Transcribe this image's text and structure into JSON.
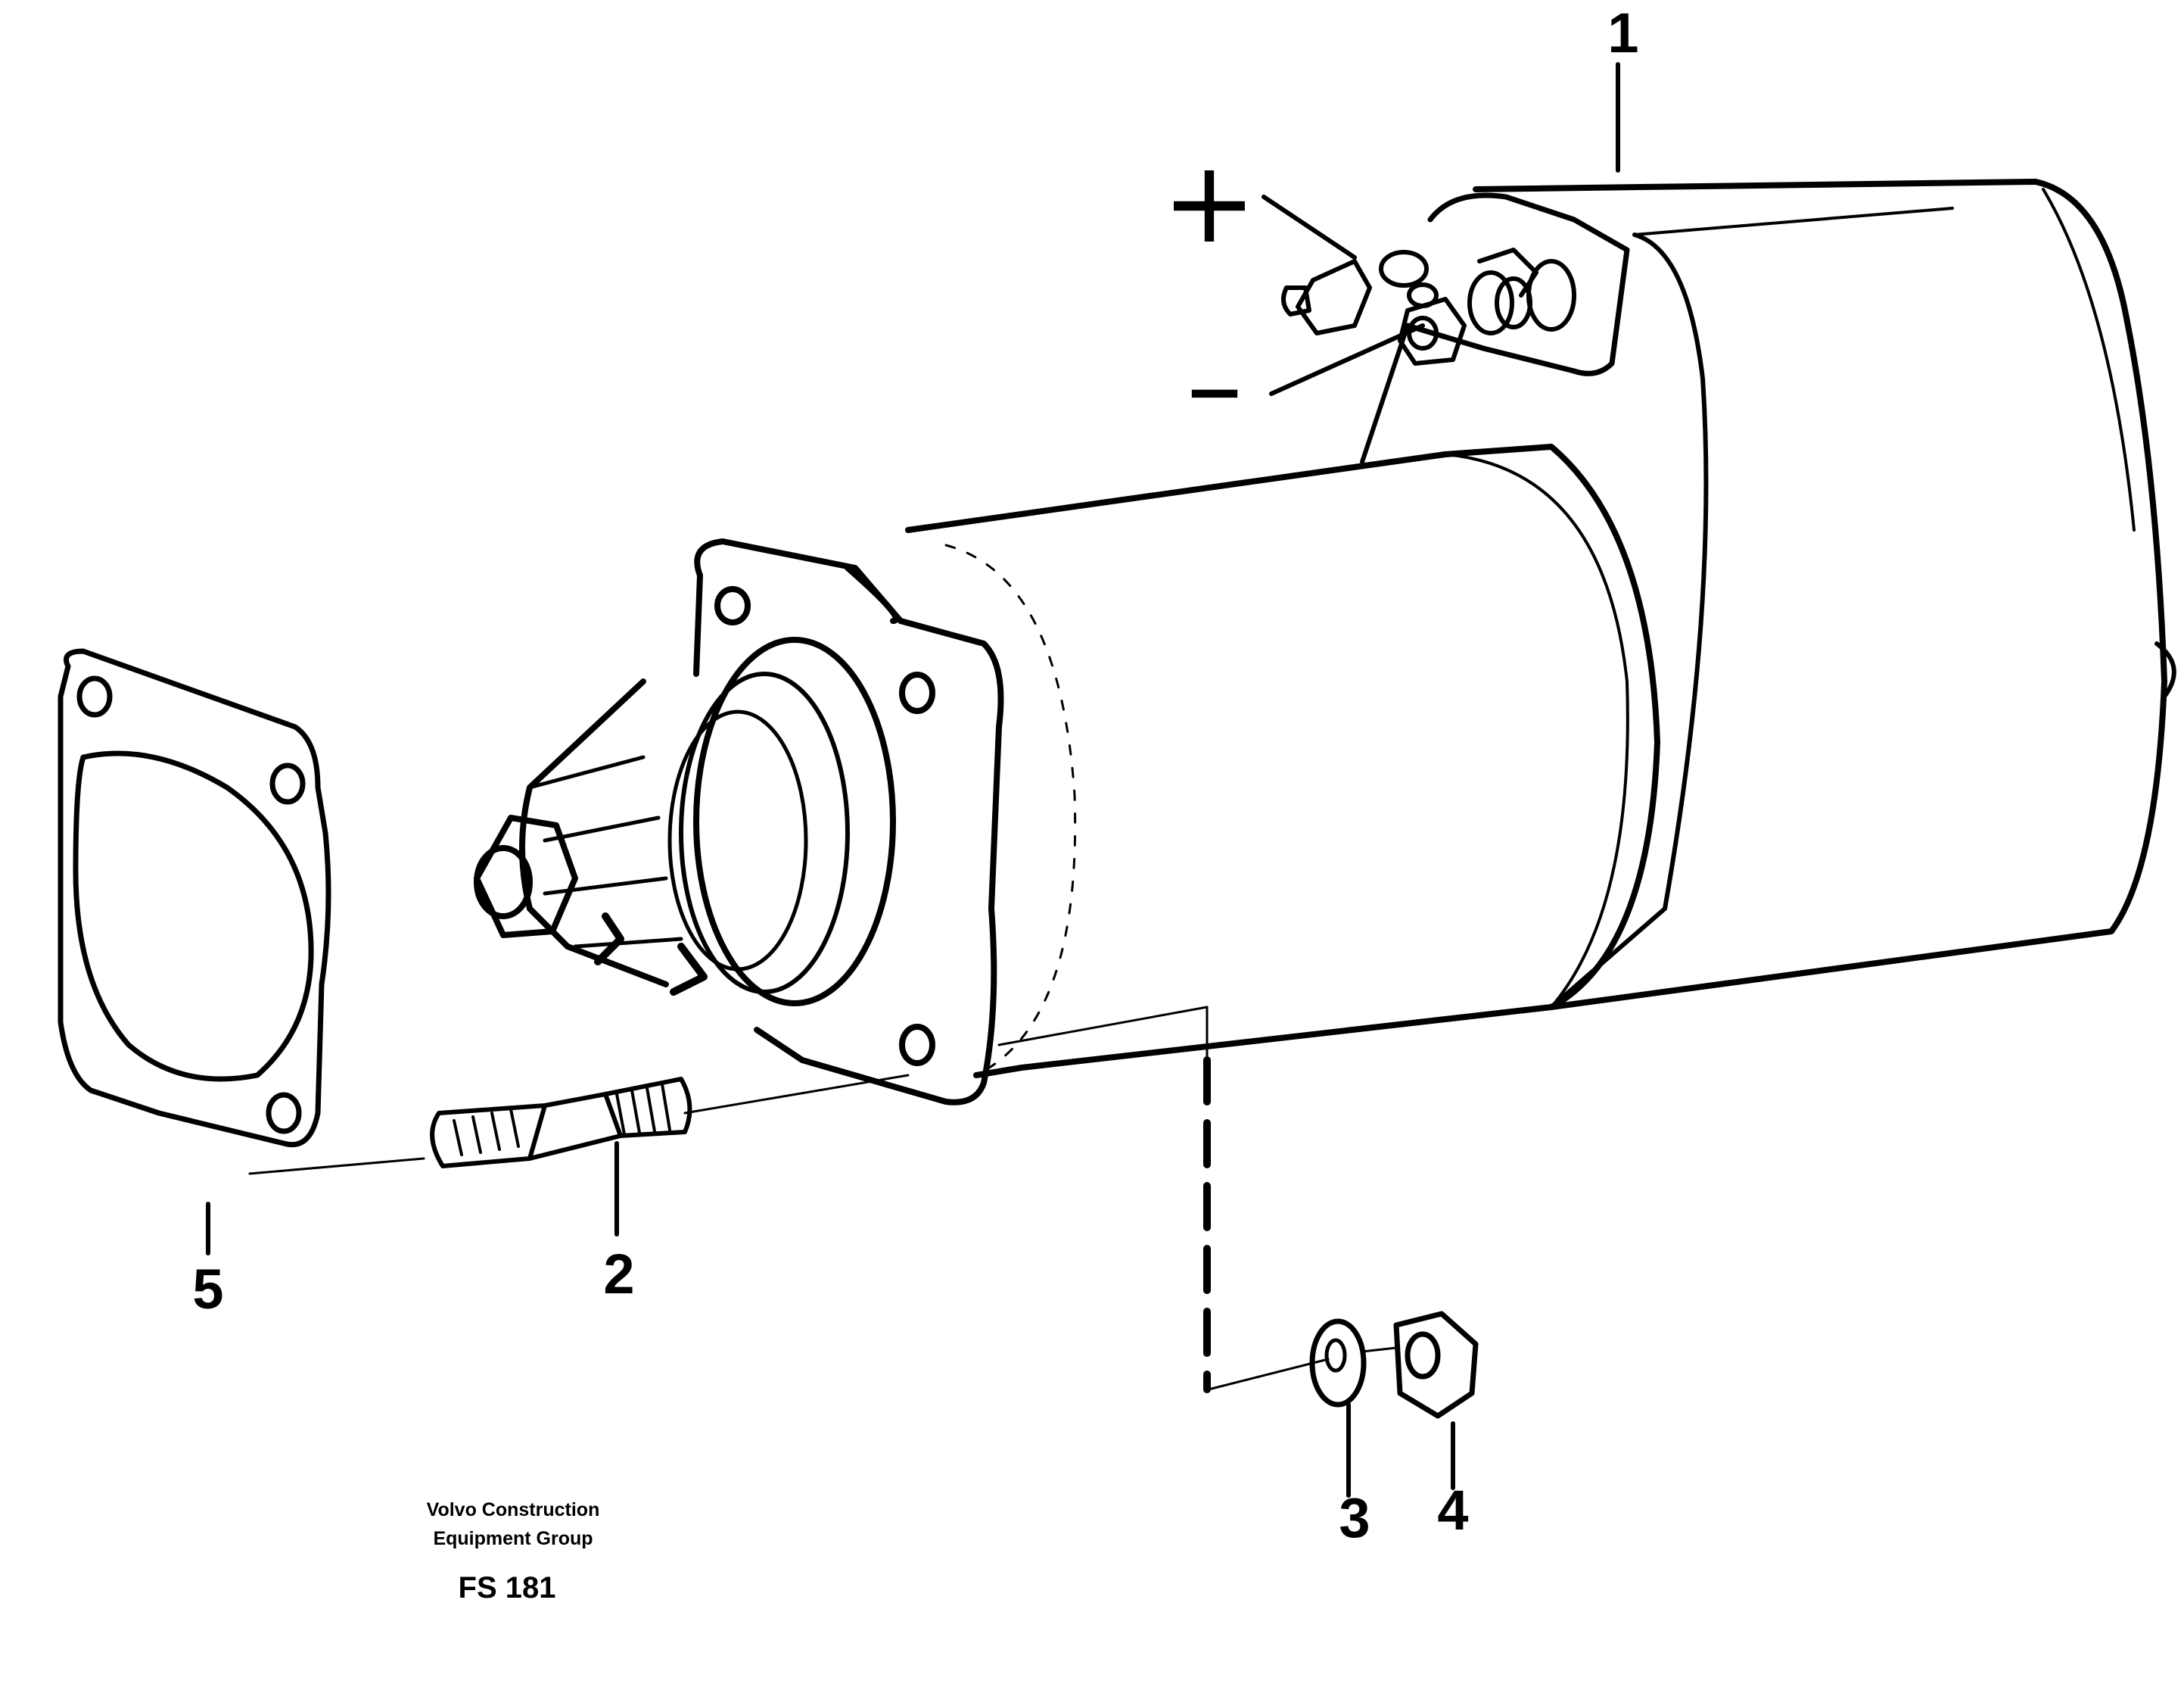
{
  "callouts": {
    "c1": "1",
    "c2": "2",
    "c3": "3",
    "c4": "4",
    "c5": "5"
  },
  "terminals": {
    "positive": "+",
    "negative": "–"
  },
  "footer": {
    "org_line1": "Volvo Construction",
    "org_line2": "Equipment Group",
    "figure_code": "FS 181"
  }
}
